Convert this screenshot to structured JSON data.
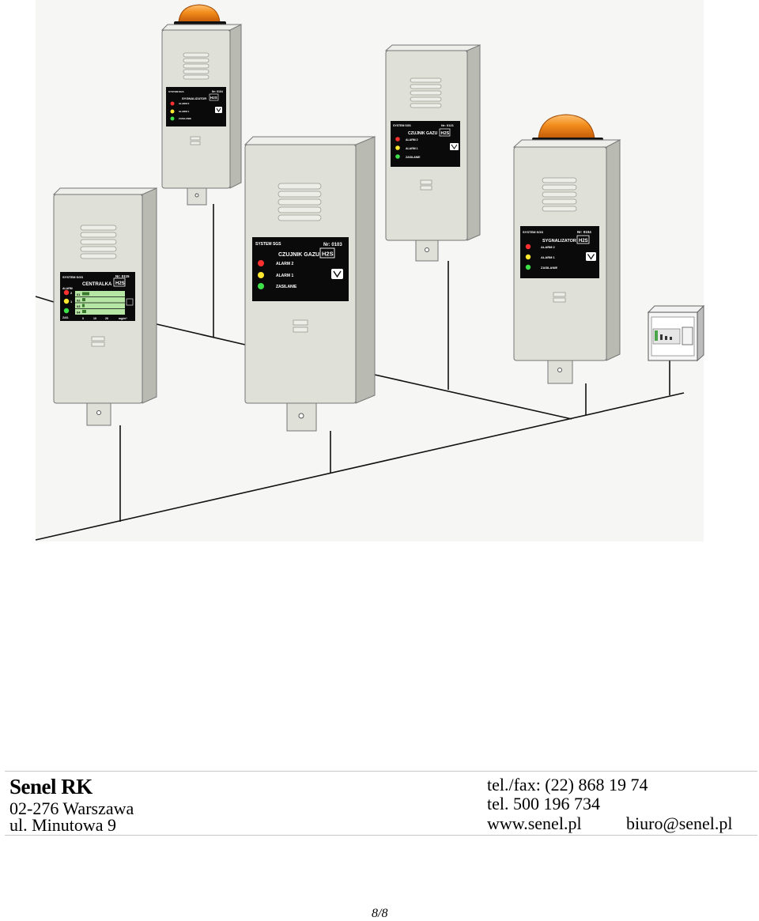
{
  "devices": {
    "central": {
      "system": "SYSTEM SGS",
      "number": "Nr: 0115",
      "name": "CENTRALKA",
      "gas": "H2S",
      "alarm_header": "ALARM",
      "alarm_2": "2",
      "alarm_1": "1",
      "power": "ZAS.",
      "channels": [
        "01",
        "02",
        "03",
        "04"
      ],
      "scale": [
        "0",
        "10",
        "20"
      ],
      "unit": "mg/m³"
    },
    "signal_top": {
      "system": "SYSTEM SGS",
      "number": "Nr: 0104",
      "name": "SYGNALIZATOR",
      "gas": "H2S",
      "alarm_2": "ALARM 2",
      "alarm_1": "ALARM 1",
      "power": "ZASILANIE"
    },
    "sensor_big": {
      "system": "SYSTEM SGS",
      "number": "Nr: 0103",
      "name": "CZUJNIK GAZU",
      "gas": "H2S",
      "alarm_2": "ALARM 2",
      "alarm_1": "ALARM 1",
      "power": "ZASILANIE"
    },
    "sensor_small": {
      "system": "SYSTEM SGS",
      "number": "Nr: 0121",
      "name": "CZUJNIK GAZU",
      "gas": "H2S",
      "alarm_2": "ALARM 2",
      "alarm_1": "ALARM 1",
      "power": "ZASILANIE"
    },
    "signal_right": {
      "system": "SYSTEM SGS",
      "number": "Nr: 0104",
      "name": "SYGNALIZATOR",
      "gas": "H2S",
      "alarm_2": "ALARM 2",
      "alarm_1": "ALARM 1",
      "power": "ZASILANIE"
    }
  },
  "footer": {
    "company": "Senel RK",
    "address_line1": "02-276 Warszawa",
    "address_line2": "ul. Minutowa 9",
    "phone_fax": "tel./fax: (22) 868 19 74",
    "phone": "tel.  500 196 734",
    "website": "www.senel.pl",
    "email": "biuro@senel.pl"
  },
  "page_number": "8/8",
  "colors": {
    "housing": "#dfe0d8",
    "housing_side": "#b9bab2",
    "panel": "#0a0a0a",
    "led_red": "#ff3030",
    "led_yellow": "#ffe830",
    "led_green": "#3ee04a",
    "beacon": "#f28c1c",
    "bar_green": "#b6e6a4"
  }
}
